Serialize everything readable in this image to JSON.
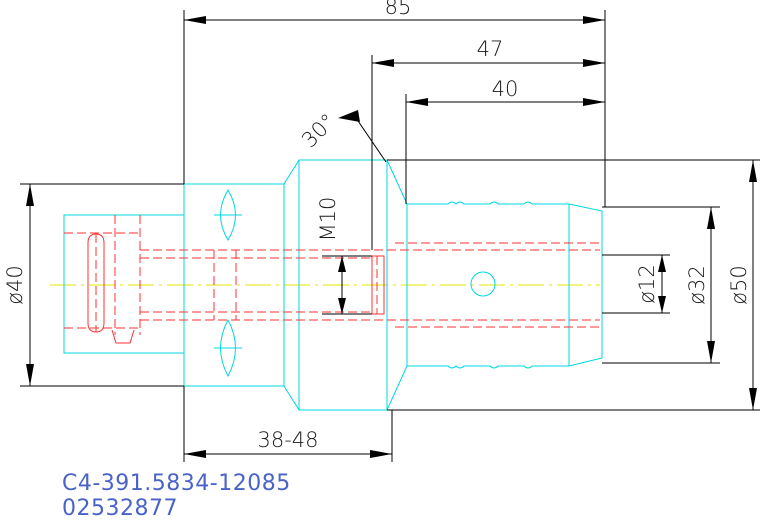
{
  "dimensions": {
    "overall_length": "85",
    "length_47": "47",
    "length_40": "40",
    "angle": "30°",
    "thread": "M10",
    "dia_40": "ø40",
    "dia_12": "ø12",
    "dia_32": "ø32",
    "dia_50": "ø50",
    "range": "38-48"
  },
  "part_code": "C4-391.5834-12085",
  "part_number": "02532877",
  "colors": {
    "outline": "#00d8e0",
    "hidden": "#ff3030",
    "centerline": "#e6e600",
    "dimension": "#000000",
    "code_text": "#4a63c9"
  }
}
